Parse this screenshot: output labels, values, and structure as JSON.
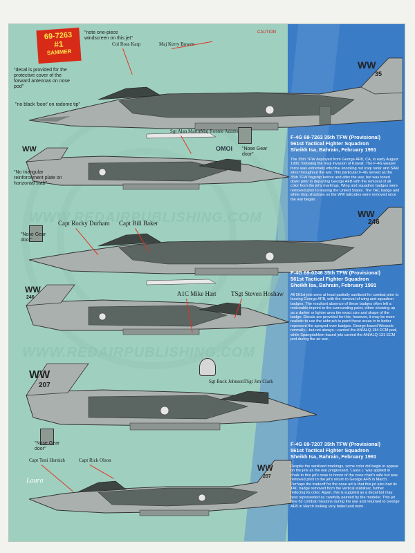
{
  "badge": {
    "serial": "69-7263",
    "line2": "#1",
    "line3": "SAMMER"
  },
  "notes": {
    "windscreen": "\"note one-piece windscreen on this jet\"",
    "decal_cover": "\"decal is provided for the protective cover of the forward antennas on nose pod\"",
    "no_black_boot": "\"no black 'boot' on radome tip\"",
    "no_triangular": "\"No triangular reinforcement plate on horizontal stab\"",
    "nose_gear_1": "\"Nose Gear door\"",
    "nose_gear_2": "\"Nose Gear door\"",
    "nose_gear_3": "\"Nose Gear door\"",
    "caution": "CAUTION"
  },
  "crew": {
    "a1": "Col Ross Karp",
    "a2": "Maj Kerry Bowen",
    "b1": "Sgt Alan Martin",
    "b2": "Maj Ronnie Adams",
    "c1": "Capt Rocky Durham",
    "c2": "Capt Bill Baker",
    "d1": "A1C Mike Hart",
    "d2": "TSgt Steven Hoshaw",
    "e1": "Sgt Buck Johnson",
    "e2": "TSgt Jim Clark",
    "f1": "Capt Toni Hornish",
    "f2": "Capt Rick Olson"
  },
  "tails": {
    "a": {
      "code": "WW",
      "num": "35"
    },
    "c": {
      "code": "WW",
      "num": "246"
    },
    "d": {
      "code": "WW",
      "num": "246"
    },
    "e": {
      "code": "WW",
      "num": "207"
    },
    "f": {
      "code": "WW",
      "num": "207"
    }
  },
  "nose_serial": "OMOI",
  "signature": "Laura",
  "sections": [
    {
      "title": "F-4G 69-7263 35th TFW (Provisional)",
      "sub1": "561st Tactical Fighter Squadron",
      "sub2": "Sheikh Isa, Bahrain, February 1991",
      "body": "The 35th TFW deployed from George AFB, CA, in early August 1990, following the Iraqi invasion of Kuwait. The F-4G weasel force was extremely effective knocking out Iraqi radar and SAM sites throughout the war. This particular F-4G served as the 35th TFW flagship before and after the war, but was toned down prior to departing George AFB with the removal of all color from the jet's markings. Wing and squadron badges were removed prior to leaving the United States. The TAC badge and white drop shadows on the WW tailcodes were removed once the war began."
    },
    {
      "title": "F-4G 69-0246 35th TFW (Provisional)",
      "sub1": "561st Tactical Fighter Squadron",
      "sub2": "Sheikh Isa, Bahrain, February 1991",
      "body": "All 561st jets were at least partially sanitized for combat prior to leaving George AFB, with the removal of wing and squadron badges. The resultant absence of these badges often left a noticeable imprint to the surrounding paint, either showing up as a darker or lighter area the exact size and shape of the badge. Decals are provided for this; however, it may be more realistic to use the airbrush to paint these areas in to better represent the sprayed-over badges. George-based Weasels normally—but not always—carried the AN/ALQ-184 ECM pod, while Spangdahlem-based jets carried the AN/ALQ-131 ECM pod during the air war."
    },
    {
      "title": "F-4G 69-7207 35th TFW (Provisional)",
      "sub1": "561st Tactical Fighter Squadron",
      "sub2": "Sheikh Isa, Bahrain, February 1991",
      "body": "Despite the sanitized markings, some color did begin to appear on the jets as the war progressed. 'Laura L' was applied in chalk to this jet's nose in honor of the crew chief's wife but was removed prior to the jet's return to George AFB in March. Perhaps the tradeoff for the nose art is that this jet also had its TAC badge removed from the vertical stabilizer, further reducing its color. Again, this is supplied as a decal but may best represented as carefully painted by the modeler. This jet flew 62 combat missions during the war and returned to George AFB in March looking very faded and worn."
    }
  ],
  "watermark": "WWW.REDAIRPUBLISHING.COM"
}
